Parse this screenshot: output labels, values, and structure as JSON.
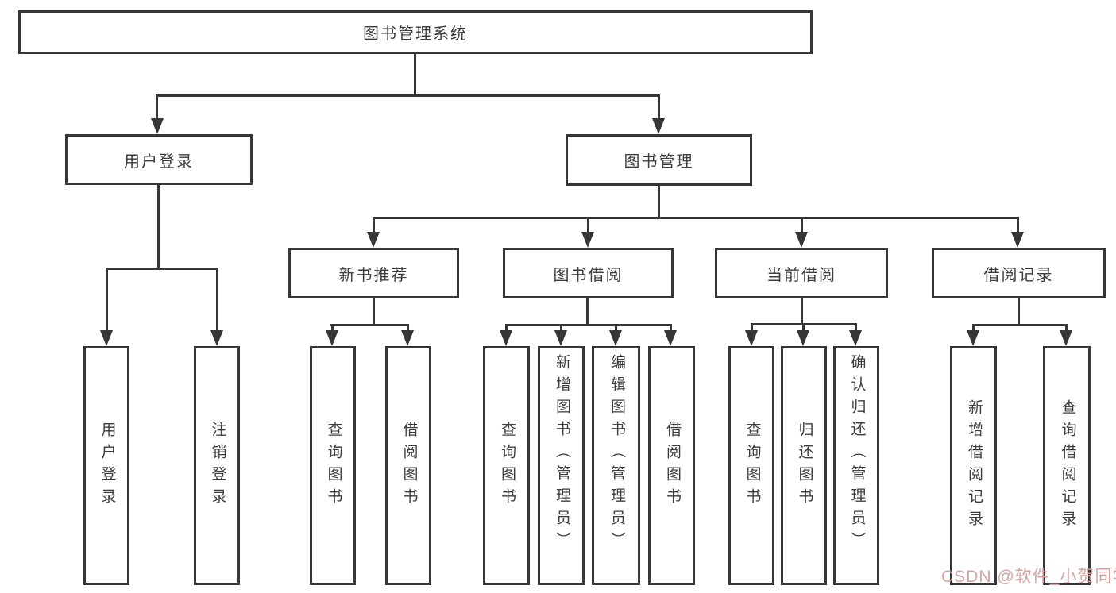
{
  "diagram": {
    "root": {
      "label": "图书管理系统"
    },
    "level2": [
      {
        "label": "用户登录"
      },
      {
        "label": "图书管理"
      }
    ],
    "level3": [
      {
        "label": "新书推荐"
      },
      {
        "label": "图书借阅"
      },
      {
        "label": "当前借阅"
      },
      {
        "label": "借阅记录"
      }
    ],
    "leaves": [
      {
        "label": "用户登录"
      },
      {
        "label": "注销登录"
      },
      {
        "label": "查询图书"
      },
      {
        "label": "借阅图书"
      },
      {
        "label": "查询图书"
      },
      {
        "label": "新增图书（管理员）"
      },
      {
        "label": "编辑图书（管理员）"
      },
      {
        "label": "借阅图书"
      },
      {
        "label": "查询图书"
      },
      {
        "label": "归还图书"
      },
      {
        "label": "确认归还（管理员）"
      },
      {
        "label": "新增借阅记录"
      },
      {
        "label": "查询借阅记录"
      }
    ]
  },
  "watermark": {
    "text": "CSDN @软件_小贺同学",
    "color": "#d6a3a3"
  },
  "colors": {
    "line": "#363636",
    "text": "#3d3d3d",
    "background": "#ffffff"
  }
}
